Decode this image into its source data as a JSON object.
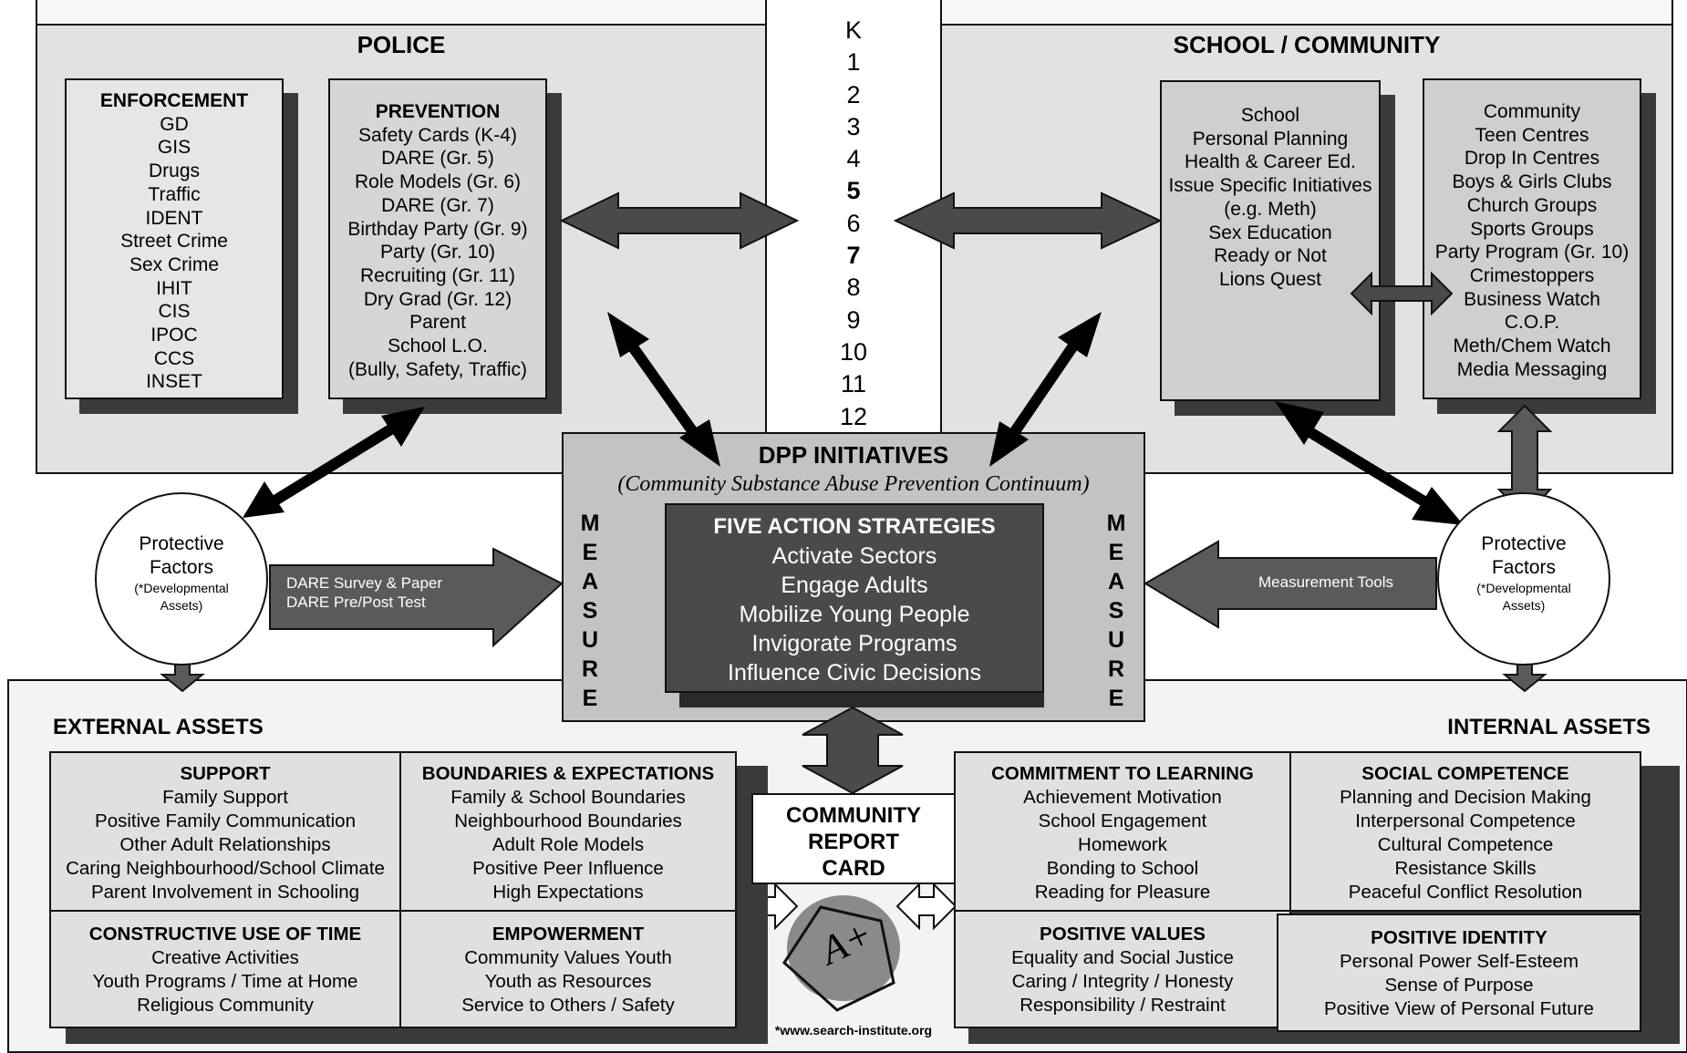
{
  "police": {
    "title": "POLICE",
    "enforcement": {
      "heading": "ENFORCEMENT",
      "items": [
        "GD",
        "GIS",
        "Drugs",
        "Traffic",
        "IDENT",
        "Street Crime",
        "Sex Crime",
        "IHIT",
        "CIS",
        "IPOC",
        "CCS",
        "INSET"
      ]
    },
    "prevention": {
      "heading": "PREVENTION",
      "items": [
        "Safety Cards (K-4)",
        "DARE (Gr. 5)",
        "Role Models (Gr. 6)",
        "DARE (Gr. 7)",
        "Birthday Party (Gr. 9)",
        "Party (Gr. 10)",
        "Recruiting (Gr. 11)",
        "Dry Grad (Gr. 12)",
        "Parent",
        "School L.O.",
        "(Bully, Safety, Traffic)"
      ]
    }
  },
  "grades": [
    "K",
    "1",
    "2",
    "3",
    "4",
    "5",
    "6",
    "7",
    "8",
    "9",
    "10",
    "11",
    "12"
  ],
  "school_community": {
    "title": "SCHOOL / COMMUNITY",
    "school_items": [
      "School",
      "Personal Planning",
      "Health & Career Ed.",
      "Issue Specific Initiatives",
      "(e.g. Meth)",
      "Sex Education",
      "Ready or Not",
      "Lions Quest"
    ],
    "community_items": [
      "Community",
      "Teen Centres",
      "Drop In Centres",
      "Boys & Girls Clubs",
      "Church Groups",
      "Sports Groups",
      "Party Program (Gr. 10)",
      "Crimestoppers",
      "Business Watch",
      "C.O.P.",
      "Meth/Chem Watch",
      "Media Messaging"
    ]
  },
  "dpp": {
    "title": "DPP INITIATIVES",
    "subtitle": "(Community Substance Abuse Prevention Continuum)",
    "measure_letters": [
      "M",
      "E",
      "A",
      "S",
      "U",
      "R",
      "E"
    ],
    "strategies_heading": "FIVE ACTION STRATEGIES",
    "strategies": [
      "Activate Sectors",
      "Engage Adults",
      "Mobilize Young People",
      "Invigorate Programs",
      "Influence Civic Decisions"
    ]
  },
  "protective_left": {
    "line1": "Protective",
    "line2": "Factors",
    "note1": "(*Developmental",
    "note2": "Assets)"
  },
  "protective_right": {
    "line1": "Protective",
    "line2": "Factors",
    "note1": "(*Developmental",
    "note2": "Assets)"
  },
  "dare_arrow": {
    "line1": "DARE Survey & Paper",
    "line2": "DARE Pre/Post Test"
  },
  "measurement_arrow": {
    "label": "Measurement Tools"
  },
  "external_assets": {
    "title": "EXTERNAL ASSETS",
    "support": {
      "heading": "SUPPORT",
      "items": [
        "Family Support",
        "Positive Family Communication",
        "Other Adult Relationships",
        "Caring Neighbourhood/School Climate",
        "Parent Involvement in Schooling"
      ]
    },
    "boundaries": {
      "heading": "BOUNDARIES & EXPECTATIONS",
      "items": [
        "Family & School Boundaries",
        "Neighbourhood Boundaries",
        "Adult Role Models",
        "Positive Peer Influence",
        "High Expectations"
      ]
    },
    "constructive": {
      "heading": "CONSTRUCTIVE USE OF TIME",
      "items": [
        "Creative Activities",
        "Youth Programs / Time at Home",
        "Religious Community"
      ]
    },
    "empowerment": {
      "heading": "EMPOWERMENT",
      "items": [
        "Community Values Youth",
        "Youth as Resources",
        "Service to Others / Safety"
      ]
    }
  },
  "internal_assets": {
    "title": "INTERNAL ASSETS",
    "commitment": {
      "heading": "COMMITMENT TO LEARNING",
      "items": [
        "Achievement Motivation",
        "School Engagement",
        "Homework",
        "Bonding to School",
        "Reading for Pleasure"
      ]
    },
    "social": {
      "heading": "SOCIAL COMPETENCE",
      "items": [
        "Planning and Decision Making",
        "Interpersonal Competence",
        "Cultural Competence",
        "Resistance Skills",
        "Peaceful Conflict Resolution"
      ]
    },
    "values": {
      "heading": "POSITIVE VALUES",
      "items": [
        "Equality and Social Justice",
        "Caring / Integrity / Honesty",
        "Responsibility / Restraint"
      ]
    },
    "identity": {
      "heading": "POSITIVE IDENTITY",
      "items": [
        "Personal Power Self-Esteem",
        "Sense of Purpose",
        "Positive View of Personal Future"
      ]
    }
  },
  "report_card": {
    "line1": "COMMUNITY",
    "line2": "REPORT",
    "line3": "CARD",
    "grade_mark": "A+",
    "url": "*www.search-institute.org"
  }
}
